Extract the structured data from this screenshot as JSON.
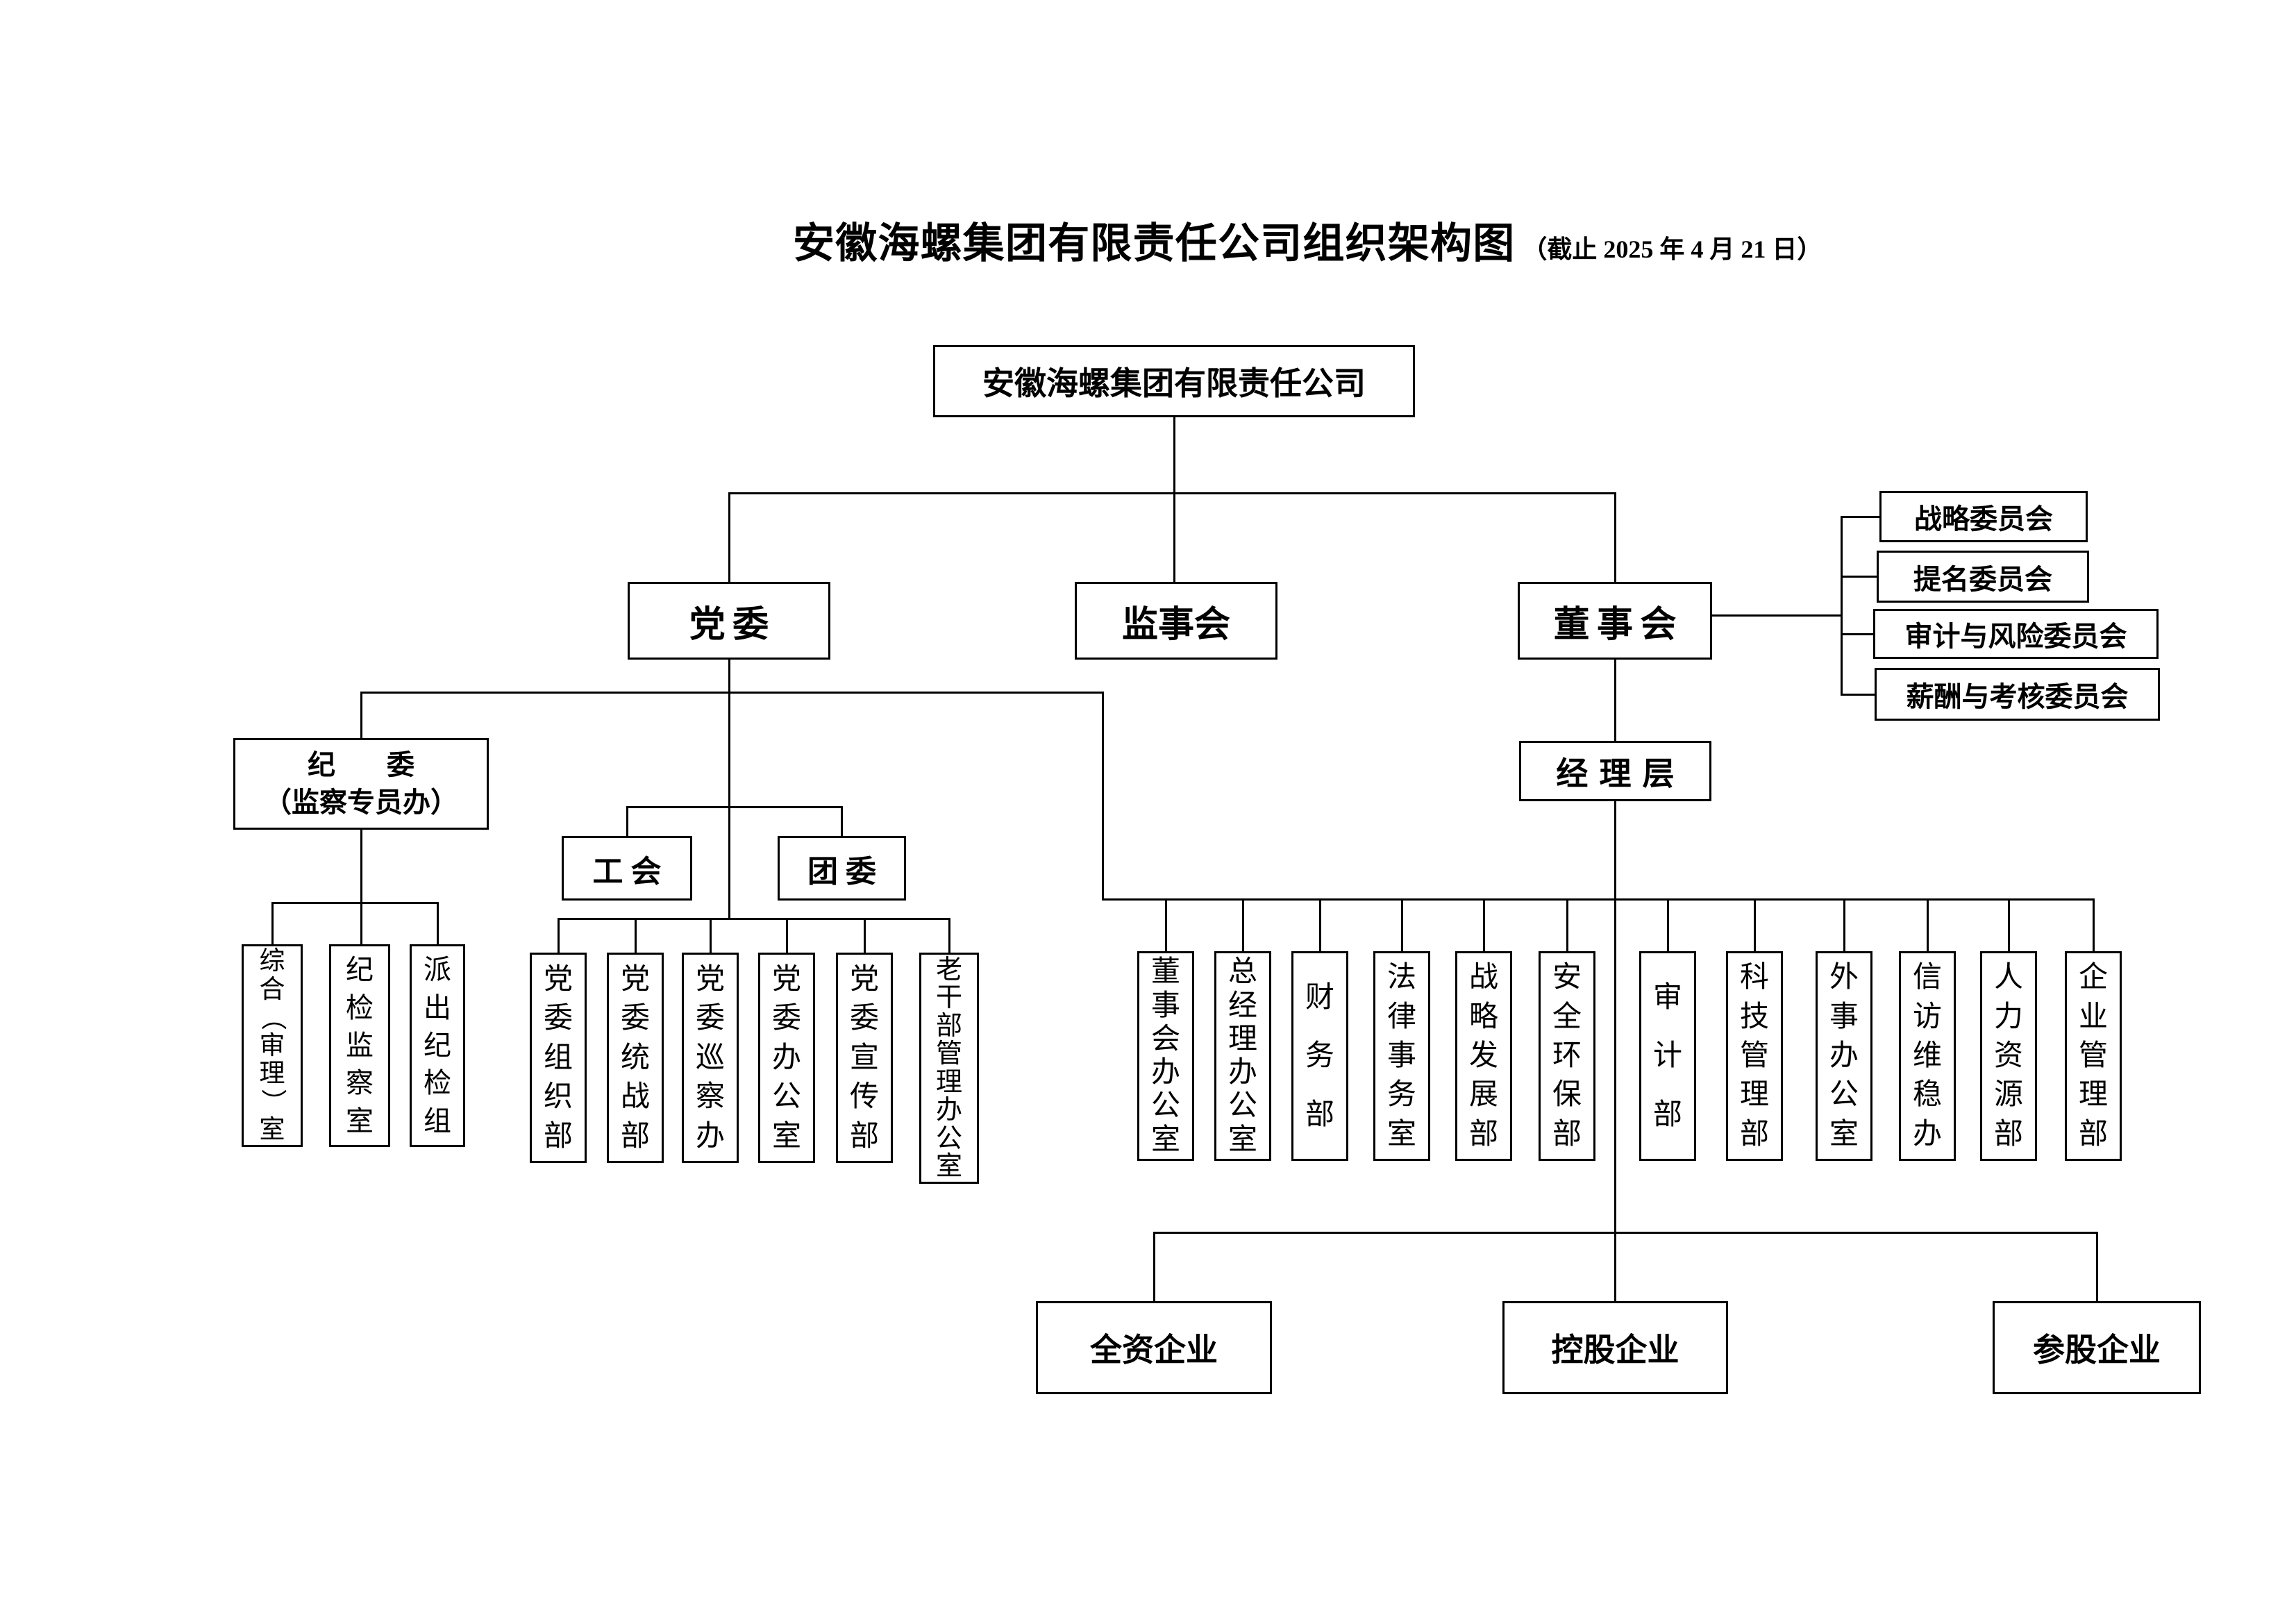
{
  "title": {
    "text": "安徽海螺集团有限责任公司组织架构图",
    "note": "（截止 2025 年 4 月 21 日）"
  },
  "org": {
    "root": "安徽海螺集团有限责任公司",
    "party_committee": "党委",
    "supervisory_board": "监事会",
    "board_of_directors": "董事会",
    "board_committees": [
      "战略委员会",
      "提名委员会",
      "审计与风险委员会",
      "薪酬与考核委员会"
    ],
    "discipline_committee": {
      "line1": "纪 委",
      "line2": "（监察专员办）"
    },
    "discipline_offices": [
      "综合（审理）室",
      "纪检监察室",
      "派出纪检组"
    ],
    "labor_union": "工 会",
    "youth_league": "团 委",
    "management_level": "经理层",
    "party_departments": [
      "党委组织部",
      "党委统战部",
      "党委巡察办",
      "党委办公室",
      "党委宣传部",
      "老干部管理办公室"
    ],
    "management_departments": [
      "董事会办公室",
      "总经理办公室",
      "财务部",
      "法律事务室",
      "战略发展部",
      "安全环保部",
      "审计部",
      "科技管理部",
      "外事办公室",
      "信访维稳办",
      "人力资源部",
      "企业管理部"
    ],
    "enterprises": [
      "全资企业",
      "控股企业",
      "参股企业"
    ]
  }
}
